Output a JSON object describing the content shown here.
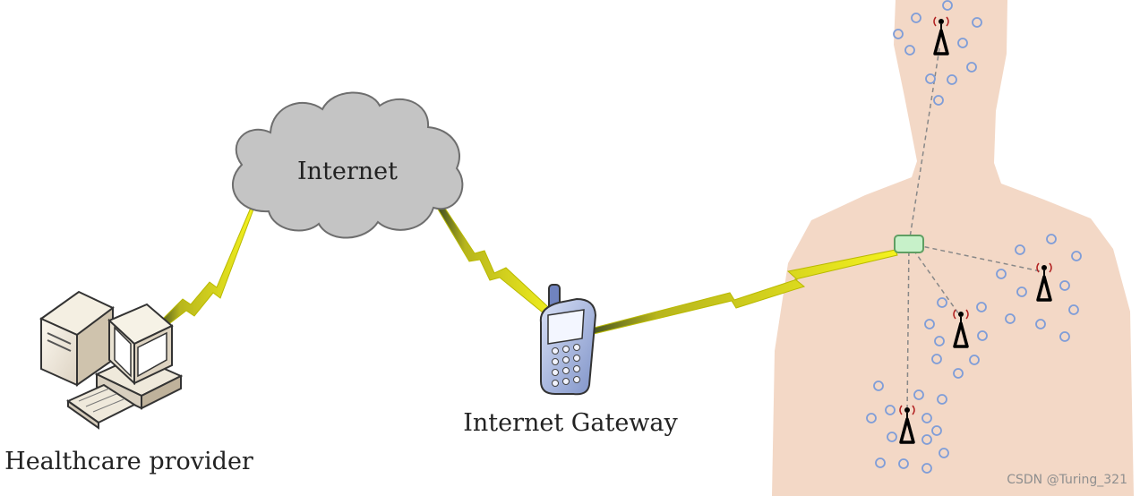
{
  "labels": {
    "internet": "Internet",
    "gateway": "Internet Gateway",
    "provider": "Healthcare provider"
  },
  "watermark": "CSDN @Turing_321",
  "icons": {
    "cloud": "cloud-icon",
    "computer": "desktop-computer-icon",
    "phone": "mobile-phone-icon",
    "hub": "body-hub-node-icon",
    "sensor": "sensor-antenna-icon"
  },
  "colors": {
    "skin": "#f3d8c6",
    "cloud": "#c4c4c4",
    "lightning": "#f2f01c",
    "sensor_dot": "#7f9dd8",
    "hub_fill": "#c7f1c9",
    "dashed_line": "#888888"
  }
}
